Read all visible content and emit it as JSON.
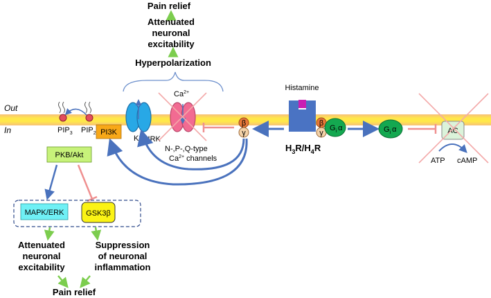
{
  "membrane": {
    "out_label": "Out",
    "in_label": "In"
  },
  "top_cascade": {
    "pain_relief": "Pain relief",
    "attenuated_line1": "Attenuated",
    "attenuated_line2": "neuronal",
    "attenuated_line3": "excitability",
    "hyperpolarization": "Hyperpolarization"
  },
  "channels": {
    "ca_ion": "Ca",
    "ca_ion_sup": "2+",
    "girk_label": "GIRK",
    "k_ion": "K",
    "k_ion_sup": "+",
    "ca_channels_line1": "N-,P-,Q-type",
    "ca_channels_line2": "Ca",
    "ca_channels_line2_sup": "2+",
    "ca_channels_line2_rest": " channels"
  },
  "gprotein": {
    "beta": "β",
    "gamma": "γ",
    "gi_alpha": "G",
    "gi_sub": "i",
    "gi_alpha_sym": "α"
  },
  "receptor": {
    "histamine": "Histamine",
    "name_h": "H",
    "name_3": "3",
    "name_r": "R/H",
    "name_4": "4",
    "name_r2": "R"
  },
  "ac": {
    "label": "AC",
    "atp": "ATP",
    "camp": "cAMP"
  },
  "pathway": {
    "pip3": "PIP",
    "pip3_sub": "3",
    "pip2": "PIP",
    "pip2_sub": "2",
    "pi3k": "PI3K",
    "pkb": "PKB/Akt",
    "mapk": "MAPK/ERK",
    "gsk": "GSK3β"
  },
  "bottom_cascade": {
    "left_line1": "Attenuated",
    "left_line2": "neuronal",
    "left_line3": "excitability",
    "right_line1": "Suppression",
    "right_line2": "of neuronal",
    "right_line3": "inflammation",
    "pain_relief": "Pain relief"
  },
  "colors": {
    "membrane": "#f7c07a",
    "membrane_core": "#ffee33",
    "blue_arrow": "#4a72bd",
    "green_arrow": "#7ccd4e",
    "inhibit": "#ef8f8f",
    "girk": "#28a8e6",
    "ca_channel": "#f26b92",
    "receptor": "#4a73c3",
    "histamine": "#c81fb3",
    "gi": "#14a850",
    "beta": "#e87838",
    "gamma": "#f3d2a8",
    "pi3k": "#f8a818",
    "pkb": "#c7f27a",
    "mapk": "#6ff0f5",
    "gsk": "#fbf315",
    "ac": "#dbf3da"
  }
}
